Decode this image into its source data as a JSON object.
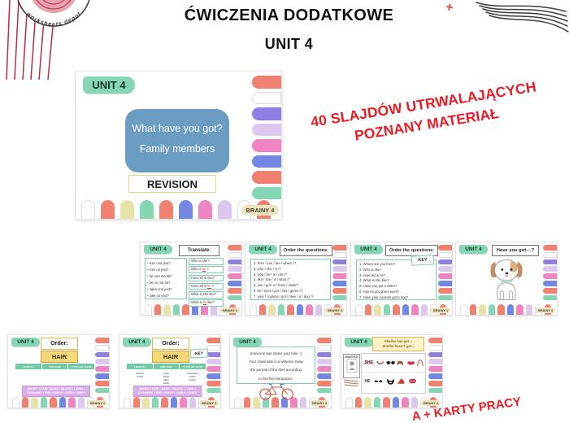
{
  "header": {
    "title_line1": "ĆWICZENIA DODATKOWE",
    "title_line2": "UNIT 4",
    "logo_text": "worksheets depot",
    "sparkle": "+"
  },
  "promo": {
    "line1": "40 SLAJDÓW UTRWALAJĄCYCH",
    "line2": "POZNANY MATERIAŁ",
    "bottom_fragment": "A + KARTY PRACY",
    "color": "#ed1c24"
  },
  "common": {
    "unit_label": "UNIT 4",
    "brand_label": "BRAINY 4"
  },
  "main_slide": {
    "question": "What have you got?",
    "topic": "Family members",
    "revision_label": "REVISION"
  },
  "thumbs": {
    "translate": {
      "title": "Translate:",
      "polish": [
        "Kim ona jest?",
        "Kim on jest?",
        "Ile ona ma lat?",
        "Ile on ma lat?",
        "Jaka ona jest?",
        "Jaki on jest?"
      ],
      "english": [
        {
          "pre": "Who is she?",
          "key": "",
          "post": ""
        },
        {
          "pre": "Who is ",
          "key": "he",
          "post": " ?"
        },
        {
          "pre": "How old is she?",
          "key": "",
          "post": ""
        },
        {
          "pre": "How old is ",
          "key": "he",
          "post": " ?"
        },
        {
          "pre": "What is she like?",
          "key": "",
          "post": ""
        },
        {
          "pre": "What is ",
          "key": "he",
          "post": " like?"
        }
      ]
    },
    "order_questions": {
      "title": "Order the questions:",
      "items": [
        "from / you / are / where /?",
        "who / she / is /?",
        "how / he / is / old /?",
        "like / she / is / what /?",
        "you / got / a / have / sister?",
        "he / eyes / got / has / green /?",
        "your / cousins / got / have / a / dog /?"
      ]
    },
    "order_questions_key": {
      "title": "Order the questions:",
      "key_label": "KEY",
      "items": [
        "Where are you from?",
        "Who is she?",
        "How old is he?",
        "What is she like?",
        "Have you got a sister?",
        "Has he got green eyes?",
        "Have your cousins got a dog?"
      ]
    },
    "have_you_got": {
      "title": "Have you got....?"
    },
    "hair_order": {
      "title": "Order:",
      "subtitle": "HAIR",
      "headers": [
        "LENGTH",
        "COLOUR",
        "TYPE OF HAIR"
      ],
      "word_bank_line1": "SHORT / FAIR / DARK / BLACK / LONG /",
      "word_bank_line2": "STRAIGHT / RED / WAVY / CURLY / GREY"
    },
    "hair_order_key": {
      "title": "Order:",
      "subtitle": "HAIR",
      "key_label": "KEY",
      "headers": [
        "LENGTH",
        "COLOUR",
        "TYPE OF HAIR"
      ],
      "col_length": [
        "SHORT",
        "LONG"
      ],
      "col_colour": [
        "FAIR",
        "DARK",
        "RED",
        "GREY",
        "BLACK"
      ],
      "col_type": [
        "STRAIGHT",
        "WAVY",
        "CURLY"
      ],
      "word_bank_line1": "SHORT / FAIR / DARK / BLACK / LONG /",
      "word_bank_line2": "STRAIGHT / RED / WAVY / CURLY / GREY"
    },
    "stolen_bike": {
      "lines": [
        "Someone has stolen your bike. :(",
        "Your classmate is a witness. Draw",
        "the portrait of the thief according",
        "to her/his instructions."
      ]
    },
    "has_got": {
      "title_line1": "She/he has got...",
      "title_line2": "She/he hasn't got...",
      "wanted_label": "WANTED",
      "she_label": "SHE",
      "he_label": "HE"
    }
  },
  "deco": {
    "pill_colors": [
      "#f0806f",
      "#ffffff",
      "#8f7fe0",
      "#dcc8ee",
      "#ee85c2",
      "#7287e3",
      "#f0806f",
      "#85d6b5"
    ],
    "arch_colors": [
      "#ffffff",
      "#f0806f",
      "#e7e2a6",
      "#85d6b5",
      "#f0806f",
      "#7287e3",
      "#ee85c2",
      "#dcc8ee",
      "#ffffff",
      "#f0806f"
    ]
  },
  "colors": {
    "accent_red": "#ed1c24",
    "teal": "#85d6b5",
    "slide_blue": "#6b9dc3",
    "brainy_bg": "#ebe4c0"
  }
}
